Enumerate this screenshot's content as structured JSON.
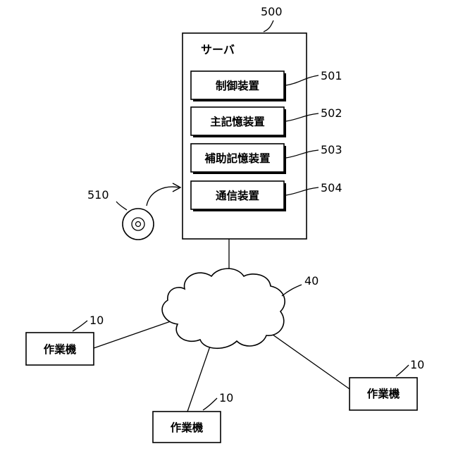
{
  "server": {
    "ref": "500",
    "title": "サーバ",
    "units": [
      {
        "label": "制御装置",
        "ref": "501"
      },
      {
        "label": "主記憶装置",
        "ref": "502"
      },
      {
        "label": "補助記憶装置",
        "ref": "503"
      },
      {
        "label": "通信装置",
        "ref": "504"
      }
    ]
  },
  "disc": {
    "ref": "510"
  },
  "network": {
    "ref": "40"
  },
  "workers": [
    {
      "label": "作業機",
      "ref": "10"
    },
    {
      "label": "作業機",
      "ref": "10"
    },
    {
      "label": "作業機",
      "ref": "10"
    }
  ]
}
